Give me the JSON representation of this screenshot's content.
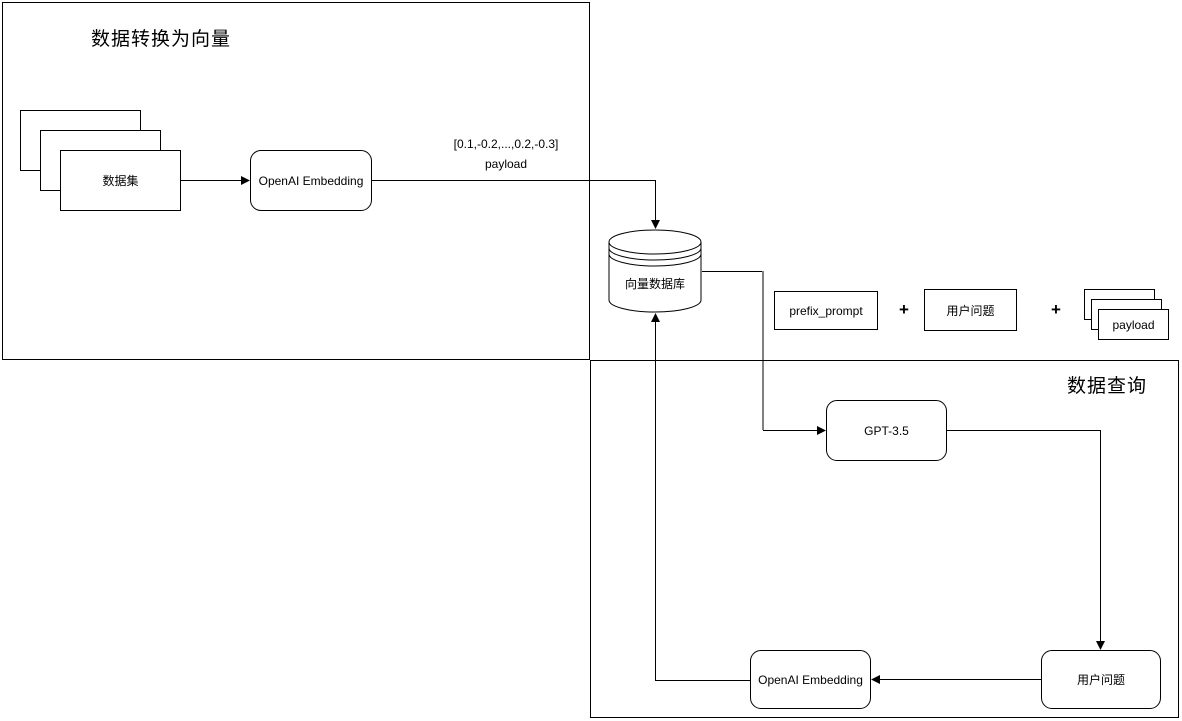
{
  "diagram": {
    "background": "#ffffff",
    "stroke_color": "#000000",
    "gray_connector_color": "#808080",
    "regions": {
      "vectorize": {
        "title": "数据转换为向量"
      },
      "query": {
        "title": "数据查询"
      }
    },
    "nodes": {
      "dataset": {
        "label": "数据集",
        "shape": "stacked-rectangles"
      },
      "openai_embedding_top": {
        "label": "OpenAI Embedding",
        "shape": "rounded-rectangle"
      },
      "vector_db": {
        "label": "向量数据库",
        "shape": "cylinder"
      },
      "prefix_prompt": {
        "label": "prefix_prompt",
        "shape": "rectangle"
      },
      "user_question_term": {
        "label": "用户问题",
        "shape": "rectangle"
      },
      "payload_stack": {
        "label": "payload",
        "shape": "stacked-rectangles"
      },
      "gpt": {
        "label": "GPT-3.5",
        "shape": "rounded-rectangle"
      },
      "openai_embedding_bottom": {
        "label": "OpenAI Embedding",
        "shape": "rounded-rectangle"
      },
      "user_question_bottom": {
        "label": "用户问题",
        "shape": "rounded-rectangle"
      }
    },
    "labels": {
      "vector_value": "[0.1,-0.2,...,0.2,-0.3]",
      "vector_payload": "payload",
      "plus_1": "+",
      "plus_2": "+"
    }
  }
}
